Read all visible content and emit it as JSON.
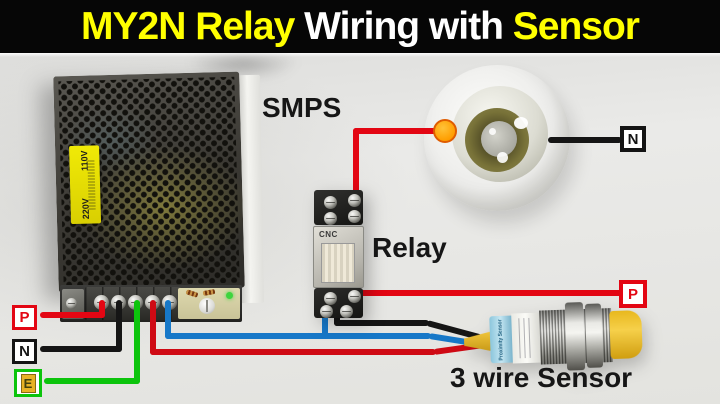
{
  "title": {
    "part1": "MY2N Relay ",
    "part2": "Wiring with ",
    "part3": "Sensor"
  },
  "components": {
    "smps": {
      "label": "SMPS",
      "voltage_top": "110V",
      "voltage_bottom": "220V"
    },
    "relay": {
      "label": "Relay",
      "brand": "CNC"
    },
    "sensor": {
      "label": "3 wire Sensor",
      "band_text": "Proximity Sensor"
    }
  },
  "terminal_tags": {
    "left_phase": "P",
    "left_neutral": "N",
    "left_earth": "E",
    "right_bulb_neutral": "N",
    "right_phase": "P"
  },
  "colors": {
    "title_highlight": "#ffff00",
    "title_normal": "#ffffff",
    "ac_phase_wire": "#e30613",
    "ac_neutral_wire": "#141414",
    "earth_wire": "#0cc40c",
    "dc_positive_wire": "#cf0a14",
    "dc_negative_wire": "#1778c8",
    "connector_dot": "#ffa608",
    "sensor_tip": "#f0c028",
    "sensor_band": "#9fd0e4"
  }
}
